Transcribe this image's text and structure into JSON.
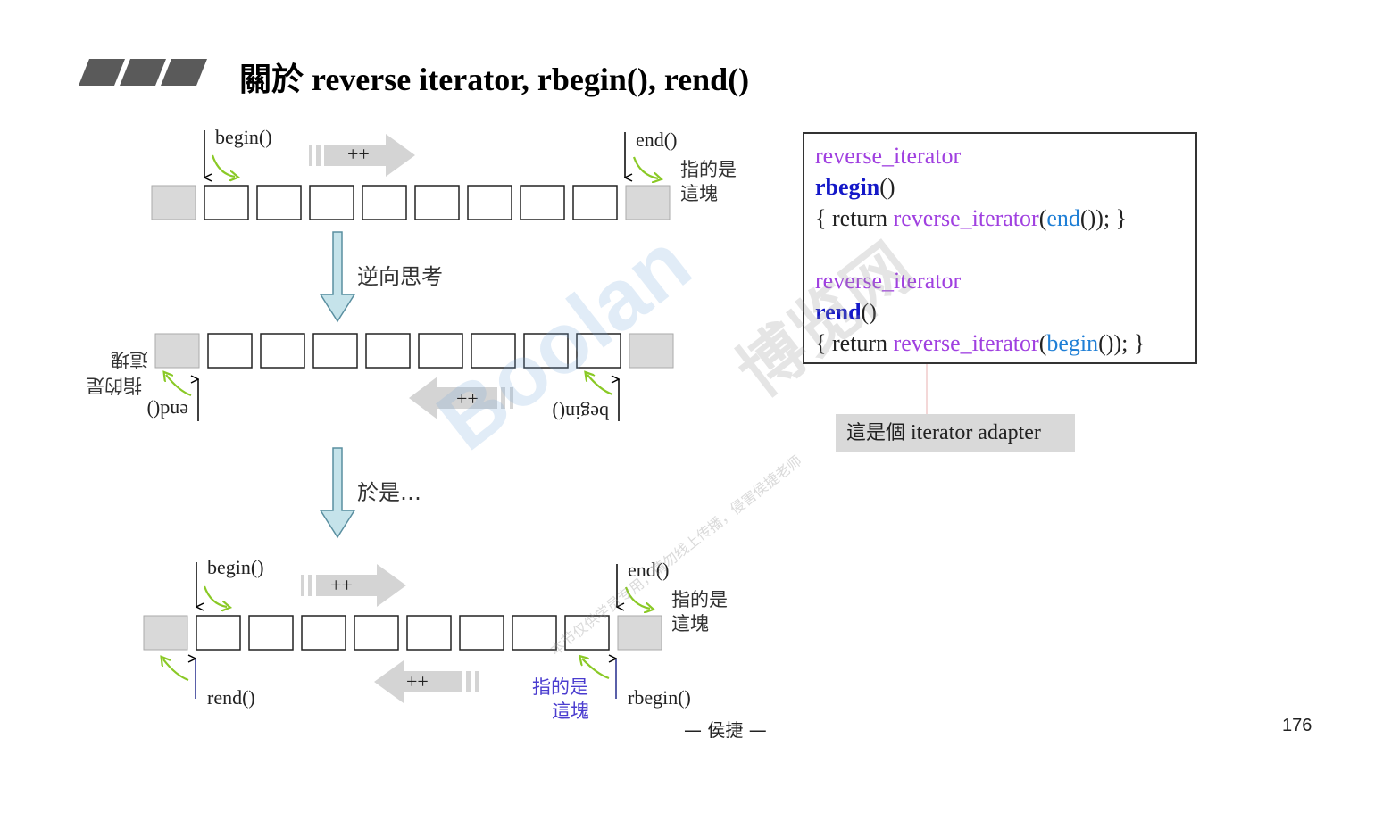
{
  "slide": {
    "title": "關於 reverse iterator, rbegin(), rend()",
    "footer": "— 侯捷 —",
    "page_number": "176"
  },
  "diagram": {
    "row1": {
      "begin": "begin()",
      "end": "end()",
      "plus": "++",
      "points_to": [
        "指的是",
        "這塊"
      ]
    },
    "step1": "逆向思考",
    "row2": {
      "begin": "begin()",
      "end": "end()",
      "plus": "++",
      "points_to": [
        "指的是",
        "這塊"
      ]
    },
    "step2": "於是…",
    "row3": {
      "begin": "begin()",
      "end": "end()",
      "plus_forward": "++",
      "plus_backward": "++",
      "points_to": [
        "指的是",
        "這塊"
      ],
      "points_to_reverse": [
        "指的是",
        "這塊"
      ],
      "rend": "rend()",
      "rbegin": "rbegin()"
    }
  },
  "code": {
    "rbegin_type": "reverse_iterator",
    "rbegin_name": "rbegin",
    "rbegin_parens": "()",
    "rbegin_body_pre": "{ return ",
    "rbegin_body_ctor": "reverse_iterator",
    "rbegin_body_arg": "end",
    "rbegin_body_post": "()); }",
    "rend_type": "reverse_iterator",
    "rend_name": "rend",
    "rend_parens": "()",
    "rend_body_pre": "{ return ",
    "rend_body_ctor": "reverse_iterator",
    "rend_body_arg": "begin",
    "rend_body_post": "()); }"
  },
  "note": {
    "cjk": "這是個",
    "text": " iterator adapter"
  },
  "watermark": {
    "brand": "Boolan",
    "cn": "博览网",
    "small": "本节仅供学员专用，请勿线上传播，侵害侯捷老师"
  },
  "colors": {
    "purple": "#a040e0",
    "blue": "#1f7fd6",
    "navy": "#1418c8",
    "green": "#8ac926",
    "cell_gray": "#d9d9d9"
  }
}
